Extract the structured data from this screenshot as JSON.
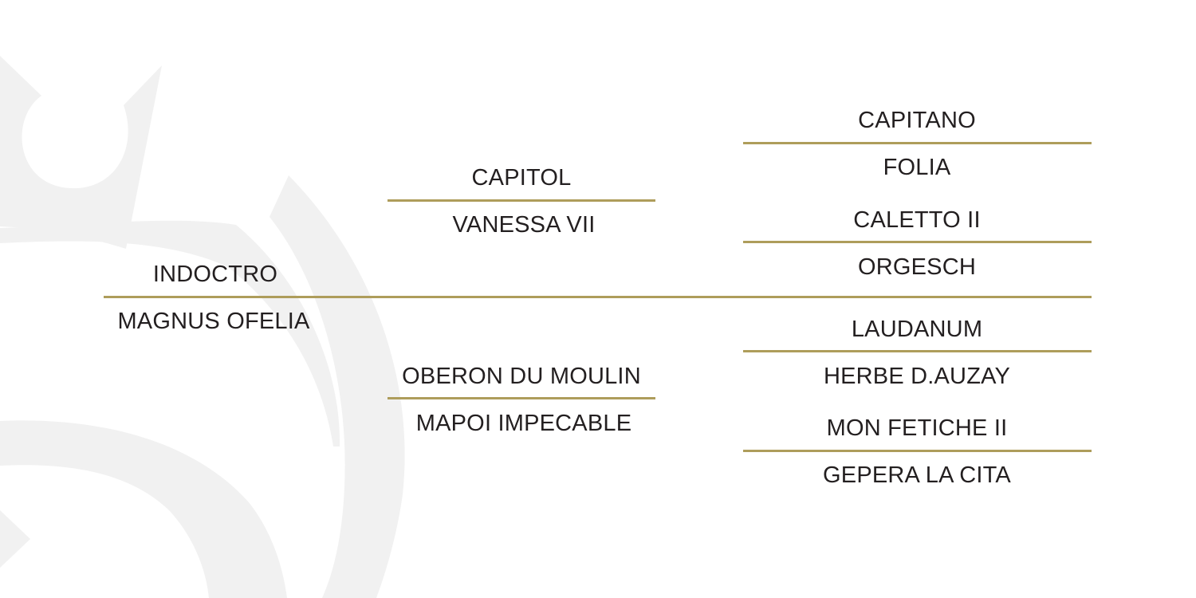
{
  "pedigree": {
    "accent_color": "#ae9d5b",
    "text_color": "#231f20",
    "generation_1": {
      "sire": "INDOCTRO",
      "dam": "MAGNUS OFELIA"
    },
    "generation_2": {
      "sire_sire": "CAPITOL",
      "sire_dam": "VANESSA VII",
      "dam_sire": "OBERON DU MOULIN",
      "dam_dam": "MAPOI IMPECABLE"
    },
    "generation_3": {
      "sss": "CAPITANO",
      "ssd": "FOLIA",
      "sds": "CALETTO II",
      "sdd": "ORGESCH",
      "dss": "LAUDANUM",
      "dsd": "HERBE D.AUZAY",
      "dds": "MON FETICHE II",
      "ddd": "GEPERA LA CITA"
    }
  },
  "watermark": {
    "icon": "crown-logo-watermark"
  }
}
